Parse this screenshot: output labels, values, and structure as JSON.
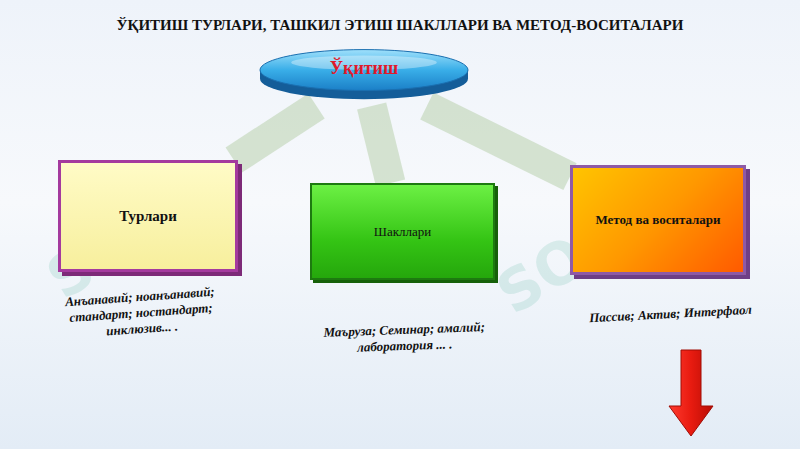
{
  "diagram": {
    "title": "ЎҚИТИШ ТУРЛАРИ, ТАШКИЛ ЭТИШ ШАКЛЛАРИ ВА МЕТОД-ВОСИТАЛАРИ",
    "nodes": [
      {
        "text": [
          "Ўқитиш"
        ]
      },
      {
        "text": [
          "Турлари",
          "Анъанавий; ноанъанавий; стандарт; ностандарт; инклюзив... ."
        ]
      },
      {
        "text": [
          "Шакллари",
          "Маъруза; Семинар; амалий; лаборатория ... ."
        ]
      },
      {
        "text": [
          "Метод ва воситалари",
          "Пассив; Актив; Интерфаол"
        ]
      }
    ],
    "edges": [
      {
        "from": 0,
        "to": 1,
        "arrow": "none"
      },
      {
        "from": 0,
        "to": 2,
        "arrow": "none"
      },
      {
        "from": 0,
        "to": 3,
        "arrow": "none"
      }
    ],
    "labels": [
      "SOFF",
      "SOFF"
    ]
  }
}
